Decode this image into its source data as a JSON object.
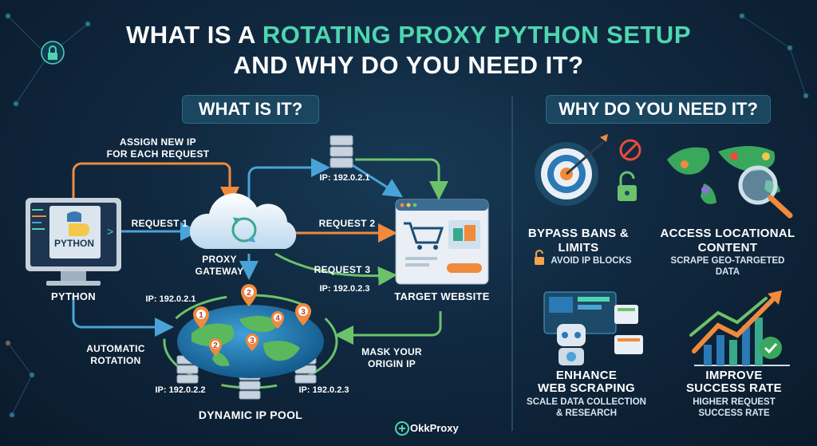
{
  "title": {
    "line1_pre": "WHAT IS A ",
    "line1_accent": "ROTATING PROXY PYTHON SETUP",
    "line2": "AND WHY DO YOU NEED IT?"
  },
  "left_section": {
    "heading": "WHAT IS IT?",
    "python_screen_label": "PYTHON",
    "python_label": "PYTHON",
    "assign_label_1": "ASSIGN NEW IP",
    "assign_label_2": "FOR EACH REQUEST",
    "request1": "REQUEST 1",
    "request2": "REQUEST 2",
    "request3": "REQUEST 3",
    "gateway_1": "PROXY",
    "gateway_2": "GATEWAY",
    "ip_top": "IP: 192.0.2.1",
    "ip_req3": "IP: 192.0.2.3",
    "ip_pool_left": "IP: 192.0.2.1",
    "ip_pool_bl": "IP: 192.0.2.2",
    "ip_pool_br": "IP: 192.0.2.3",
    "target_label": "TARGET WEBSITE",
    "rotation_1": "AUTOMATIC",
    "rotation_2": "ROTATION",
    "mask_1": "MASK YOUR",
    "mask_2": "ORIGIN IP",
    "pool_label": "DYNAMIC IP POOL",
    "pins": [
      "1",
      "2",
      "3",
      "4",
      "2",
      "3"
    ]
  },
  "right_section": {
    "heading": "WHY DO YOU NEED IT?",
    "items": [
      {
        "title_1": "BYPASS BANS &",
        "title_2": "LIMITS",
        "sub_1": "AVOID IP BLOCKS",
        "sub_2": ""
      },
      {
        "title_1": "ACCESS LOCATIONAL",
        "title_2": "CONTENT",
        "sub_1": "SCRAPE GEO-TARGETED",
        "sub_2": "DATA"
      },
      {
        "title_1": "ENHANCE",
        "title_2": "WEB SCRAPING",
        "sub_1": "SCALE DATA COLLECTION",
        "sub_2": "& RESEARCH"
      },
      {
        "title_1": "IMPROVE",
        "title_2": "SUCCESS RATE",
        "sub_1": "HIGHER REQUEST",
        "sub_2": "SUCCESS RATE"
      }
    ]
  },
  "brand": "OkkProxy",
  "colors": {
    "accent": "#4fd6b0",
    "orange": "#f08a3c",
    "blue": "#4aa3d8",
    "green": "#6cc26a",
    "bg": "#10283f"
  }
}
